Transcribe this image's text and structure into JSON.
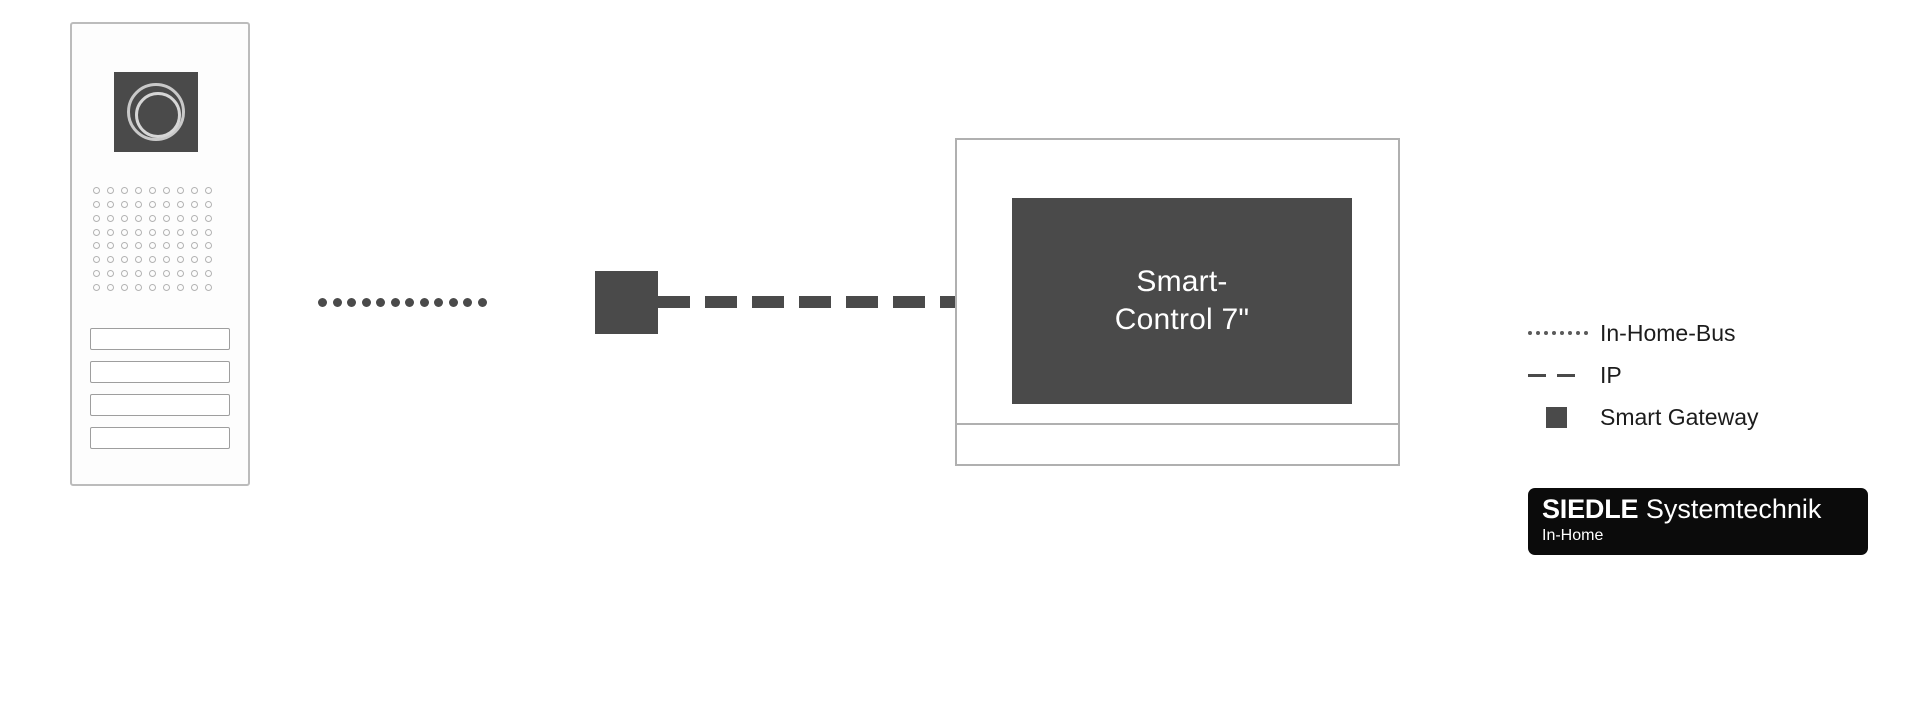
{
  "diagram": {
    "title": "Siedle In-Home system topology",
    "devices": {
      "door_station": {
        "name": "door-station",
        "camera_label": "camera-module",
        "call_button_count": 4,
        "grille_rows": 8,
        "grille_cols": 9
      },
      "monitor": {
        "screen_line1": "Smart-",
        "screen_line2": "Control 7\"",
        "screen_text": "Smart-Control 7\""
      },
      "gateway": {
        "label": "Smart Gateway"
      }
    },
    "connections": [
      {
        "type": "in-home-bus",
        "style": "dotted",
        "from": "door-station",
        "to": "smart-gateway"
      },
      {
        "type": "ip",
        "style": "dashed",
        "from": "smart-gateway",
        "to": "monitor"
      }
    ]
  },
  "legend": {
    "items": [
      {
        "symbol": "dotted-line",
        "label": "In-Home-Bus"
      },
      {
        "symbol": "dashed-line",
        "label": "IP"
      },
      {
        "symbol": "filled-square",
        "label": "Smart Gateway"
      }
    ]
  },
  "logo": {
    "brand": "SIEDLE",
    "suffix": " Systemtechnik",
    "subtitle": "In-Home"
  },
  "colors": {
    "dark_gray": "#4a4a4a",
    "badge_black": "#0b0b0b",
    "outline_gray": "#b0b0b0",
    "text_dark": "#1c1c1c",
    "background": "#ffffff"
  }
}
